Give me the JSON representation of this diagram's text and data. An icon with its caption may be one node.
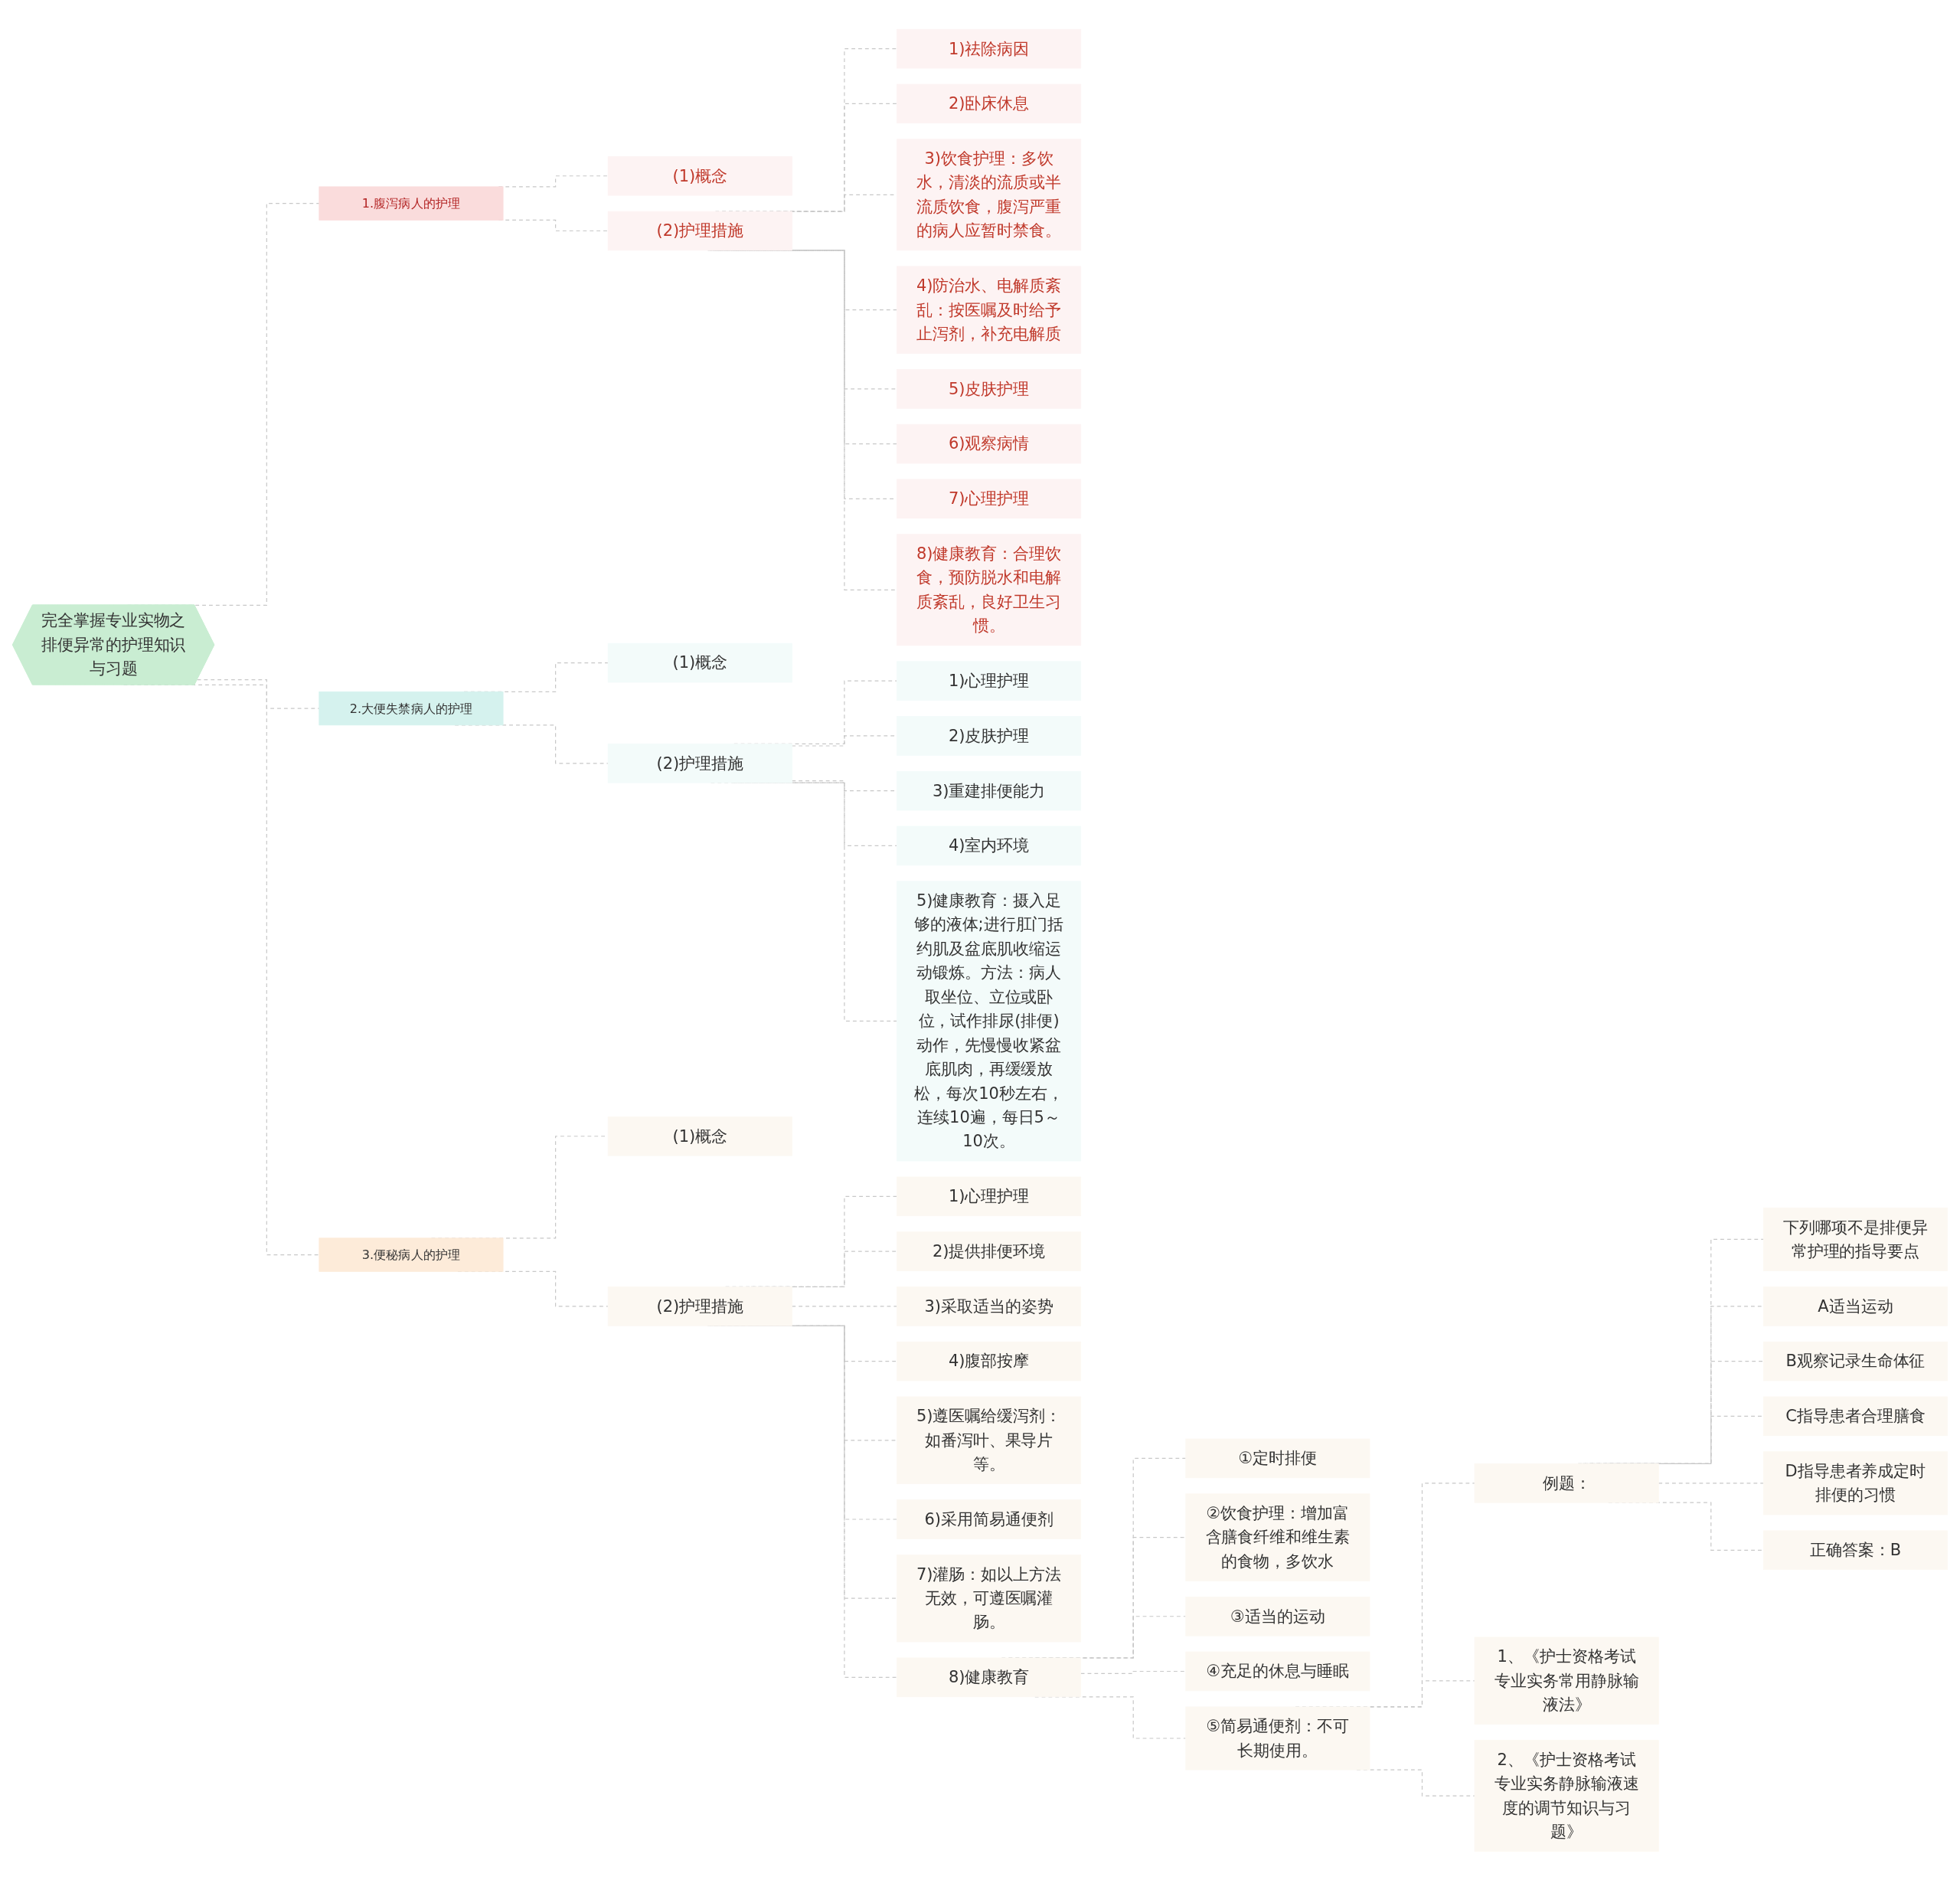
{
  "diagram": {
    "nodes": [
      {
        "text": [
          "完全掌握专业实物之排便异常的护理知识与习题"
        ]
      },
      {
        "text": [
          "1.腹泻病人的护理"
        ]
      },
      {
        "text": [
          "(1)概念"
        ]
      },
      {
        "text": [
          "(2)护理措施"
        ]
      },
      {
        "text": [
          "1)祛除病因"
        ]
      },
      {
        "text": [
          "2)卧床休息"
        ]
      },
      {
        "text": [
          "3)饮食护理：多饮水，清淡的流质或半流质饮食，腹泻严重的病人应暂时禁食。"
        ]
      },
      {
        "text": [
          "4)防治水、电解质紊乱：按医嘱及时给予止泻剂，补充电解质"
        ]
      },
      {
        "text": [
          "5)皮肤护理"
        ]
      },
      {
        "text": [
          "6)观察病情"
        ]
      },
      {
        "text": [
          "7)心理护理"
        ]
      },
      {
        "text": [
          "8)健康教育：合理饮食，预防脱水和电解质紊乱，良好卫生习惯。"
        ]
      },
      {
        "text": [
          "2.大便失禁病人的护理"
        ]
      },
      {
        "text": [
          "(1)概念"
        ]
      },
      {
        "text": [
          "(2)护理措施"
        ]
      },
      {
        "text": [
          "1)心理护理"
        ]
      },
      {
        "text": [
          "2)皮肤护理"
        ]
      },
      {
        "text": [
          "3)重建排便能力"
        ]
      },
      {
        "text": [
          "4)室内环境"
        ]
      },
      {
        "text": [
          "5)健康教育：摄入足够的液体;进行肛门括约肌及盆底肌收缩运动锻炼。方法：病人取坐位、立位或卧位，试作排尿(排便)动作，先慢慢收紧盆底肌肉，再缓缓放松，每次10秒左右，连续10遍，每日5～10次。"
        ]
      },
      {
        "text": [
          "3.便秘病人的护理"
        ]
      },
      {
        "text": [
          "(1)概念"
        ]
      },
      {
        "text": [
          "(2)护理措施"
        ]
      },
      {
        "text": [
          "1)心理护理"
        ]
      },
      {
        "text": [
          "2)提供排便环境"
        ]
      },
      {
        "text": [
          "3)采取适当的姿势"
        ]
      },
      {
        "text": [
          "4)腹部按摩"
        ]
      },
      {
        "text": [
          "5)遵医嘱给缓泻剂：如番泻叶、果导片等。"
        ]
      },
      {
        "text": [
          "6)采用简易通便剂"
        ]
      },
      {
        "text": [
          "7)灌肠：如以上方法无效，可遵医嘱灌肠。"
        ]
      },
      {
        "text": [
          "8)健康教育"
        ]
      },
      {
        "text": [
          "①定时排便"
        ]
      },
      {
        "text": [
          "②饮食护理：增加富含膳食纤维和维生素的食物，多饮水"
        ]
      },
      {
        "text": [
          "③适当的运动"
        ]
      },
      {
        "text": [
          "④充足的休息与睡眠"
        ]
      },
      {
        "text": [
          "⑤简易通便剂：不可长期使用。"
        ]
      },
      {
        "text": [
          "例题："
        ]
      },
      {
        "text": [
          "下列哪项不是排便异常护理的指导要点"
        ]
      },
      {
        "text": [
          "A适当运动"
        ]
      },
      {
        "text": [
          "B观察记录生命体征"
        ]
      },
      {
        "text": [
          "C指导患者合理膳食"
        ]
      },
      {
        "text": [
          "D指导患者养成定时排便的习惯"
        ]
      },
      {
        "text": [
          "正确答案：B"
        ]
      },
      {
        "text": [
          "1、《护士资格考试专业实务常用静脉输液法》"
        ]
      },
      {
        "text": [
          "2、《护士资格考试专业实务静脉输液速度的调节知识与习题》"
        ]
      }
    ],
    "edges": [
      {
        "from": 0,
        "to": 1,
        "arrow": "none",
        "style": "dashed"
      },
      {
        "from": 1,
        "to": 2,
        "arrow": "none",
        "style": "dashed"
      },
      {
        "from": 1,
        "to": 3,
        "arrow": "none",
        "style": "dashed"
      },
      {
        "from": 3,
        "to": 4,
        "arrow": "none",
        "style": "dashed"
      },
      {
        "from": 3,
        "to": 5,
        "arrow": "none",
        "style": "dashed"
      },
      {
        "from": 3,
        "to": 6,
        "arrow": "none",
        "style": "dashed"
      },
      {
        "from": 3,
        "to": 7,
        "arrow": "none",
        "style": "dashed"
      },
      {
        "from": 3,
        "to": 8,
        "arrow": "none",
        "style": "dashed"
      },
      {
        "from": 3,
        "to": 9,
        "arrow": "none",
        "style": "dashed"
      },
      {
        "from": 3,
        "to": 10,
        "arrow": "none",
        "style": "dashed"
      },
      {
        "from": 3,
        "to": 11,
        "arrow": "none",
        "style": "dashed"
      },
      {
        "from": 0,
        "to": 12,
        "arrow": "none",
        "style": "dashed"
      },
      {
        "from": 12,
        "to": 13,
        "arrow": "none",
        "style": "dashed"
      },
      {
        "from": 12,
        "to": 14,
        "arrow": "none",
        "style": "dashed"
      },
      {
        "from": 14,
        "to": 15,
        "arrow": "none",
        "style": "dashed"
      },
      {
        "from": 14,
        "to": 16,
        "arrow": "none",
        "style": "dashed"
      },
      {
        "from": 14,
        "to": 17,
        "arrow": "none",
        "style": "dashed"
      },
      {
        "from": 14,
        "to": 18,
        "arrow": "none",
        "style": "dashed"
      },
      {
        "from": 14,
        "to": 19,
        "arrow": "none",
        "style": "dashed"
      },
      {
        "from": 0,
        "to": 20,
        "arrow": "none",
        "style": "dashed"
      },
      {
        "from": 20,
        "to": 21,
        "arrow": "none",
        "style": "dashed"
      },
      {
        "from": 20,
        "to": 22,
        "arrow": "none",
        "style": "dashed"
      },
      {
        "from": 22,
        "to": 23,
        "arrow": "none",
        "style": "dashed"
      },
      {
        "from": 22,
        "to": 24,
        "arrow": "none",
        "style": "dashed"
      },
      {
        "from": 22,
        "to": 25,
        "arrow": "none",
        "style": "dashed"
      },
      {
        "from": 22,
        "to": 26,
        "arrow": "none",
        "style": "dashed"
      },
      {
        "from": 22,
        "to": 27,
        "arrow": "none",
        "style": "dashed"
      },
      {
        "from": 22,
        "to": 28,
        "arrow": "none",
        "style": "dashed"
      },
      {
        "from": 22,
        "to": 29,
        "arrow": "none",
        "style": "dashed"
      },
      {
        "from": 22,
        "to": 30,
        "arrow": "none",
        "style": "dashed"
      },
      {
        "from": 30,
        "to": 31,
        "arrow": "none",
        "style": "dashed"
      },
      {
        "from": 30,
        "to": 32,
        "arrow": "none",
        "style": "dashed"
      },
      {
        "from": 30,
        "to": 33,
        "arrow": "none",
        "style": "dashed"
      },
      {
        "from": 30,
        "to": 34,
        "arrow": "none",
        "style": "dashed"
      },
      {
        "from": 30,
        "to": 35,
        "arrow": "none",
        "style": "dashed"
      },
      {
        "from": 35,
        "to": 36,
        "arrow": "none",
        "style": "dashed"
      },
      {
        "from": 36,
        "to": 37,
        "arrow": "none",
        "style": "dashed"
      },
      {
        "from": 36,
        "to": 38,
        "arrow": "none",
        "style": "dashed"
      },
      {
        "from": 36,
        "to": 39,
        "arrow": "none",
        "style": "dashed"
      },
      {
        "from": 36,
        "to": 40,
        "arrow": "none",
        "style": "dashed"
      },
      {
        "from": 36,
        "to": 41,
        "arrow": "none",
        "style": "dashed"
      },
      {
        "from": 36,
        "to": 42,
        "arrow": "none",
        "style": "dashed"
      },
      {
        "from": 35,
        "to": 43,
        "arrow": "none",
        "style": "dashed"
      },
      {
        "from": 35,
        "to": 44,
        "arrow": "none",
        "style": "dashed"
      }
    ]
  }
}
